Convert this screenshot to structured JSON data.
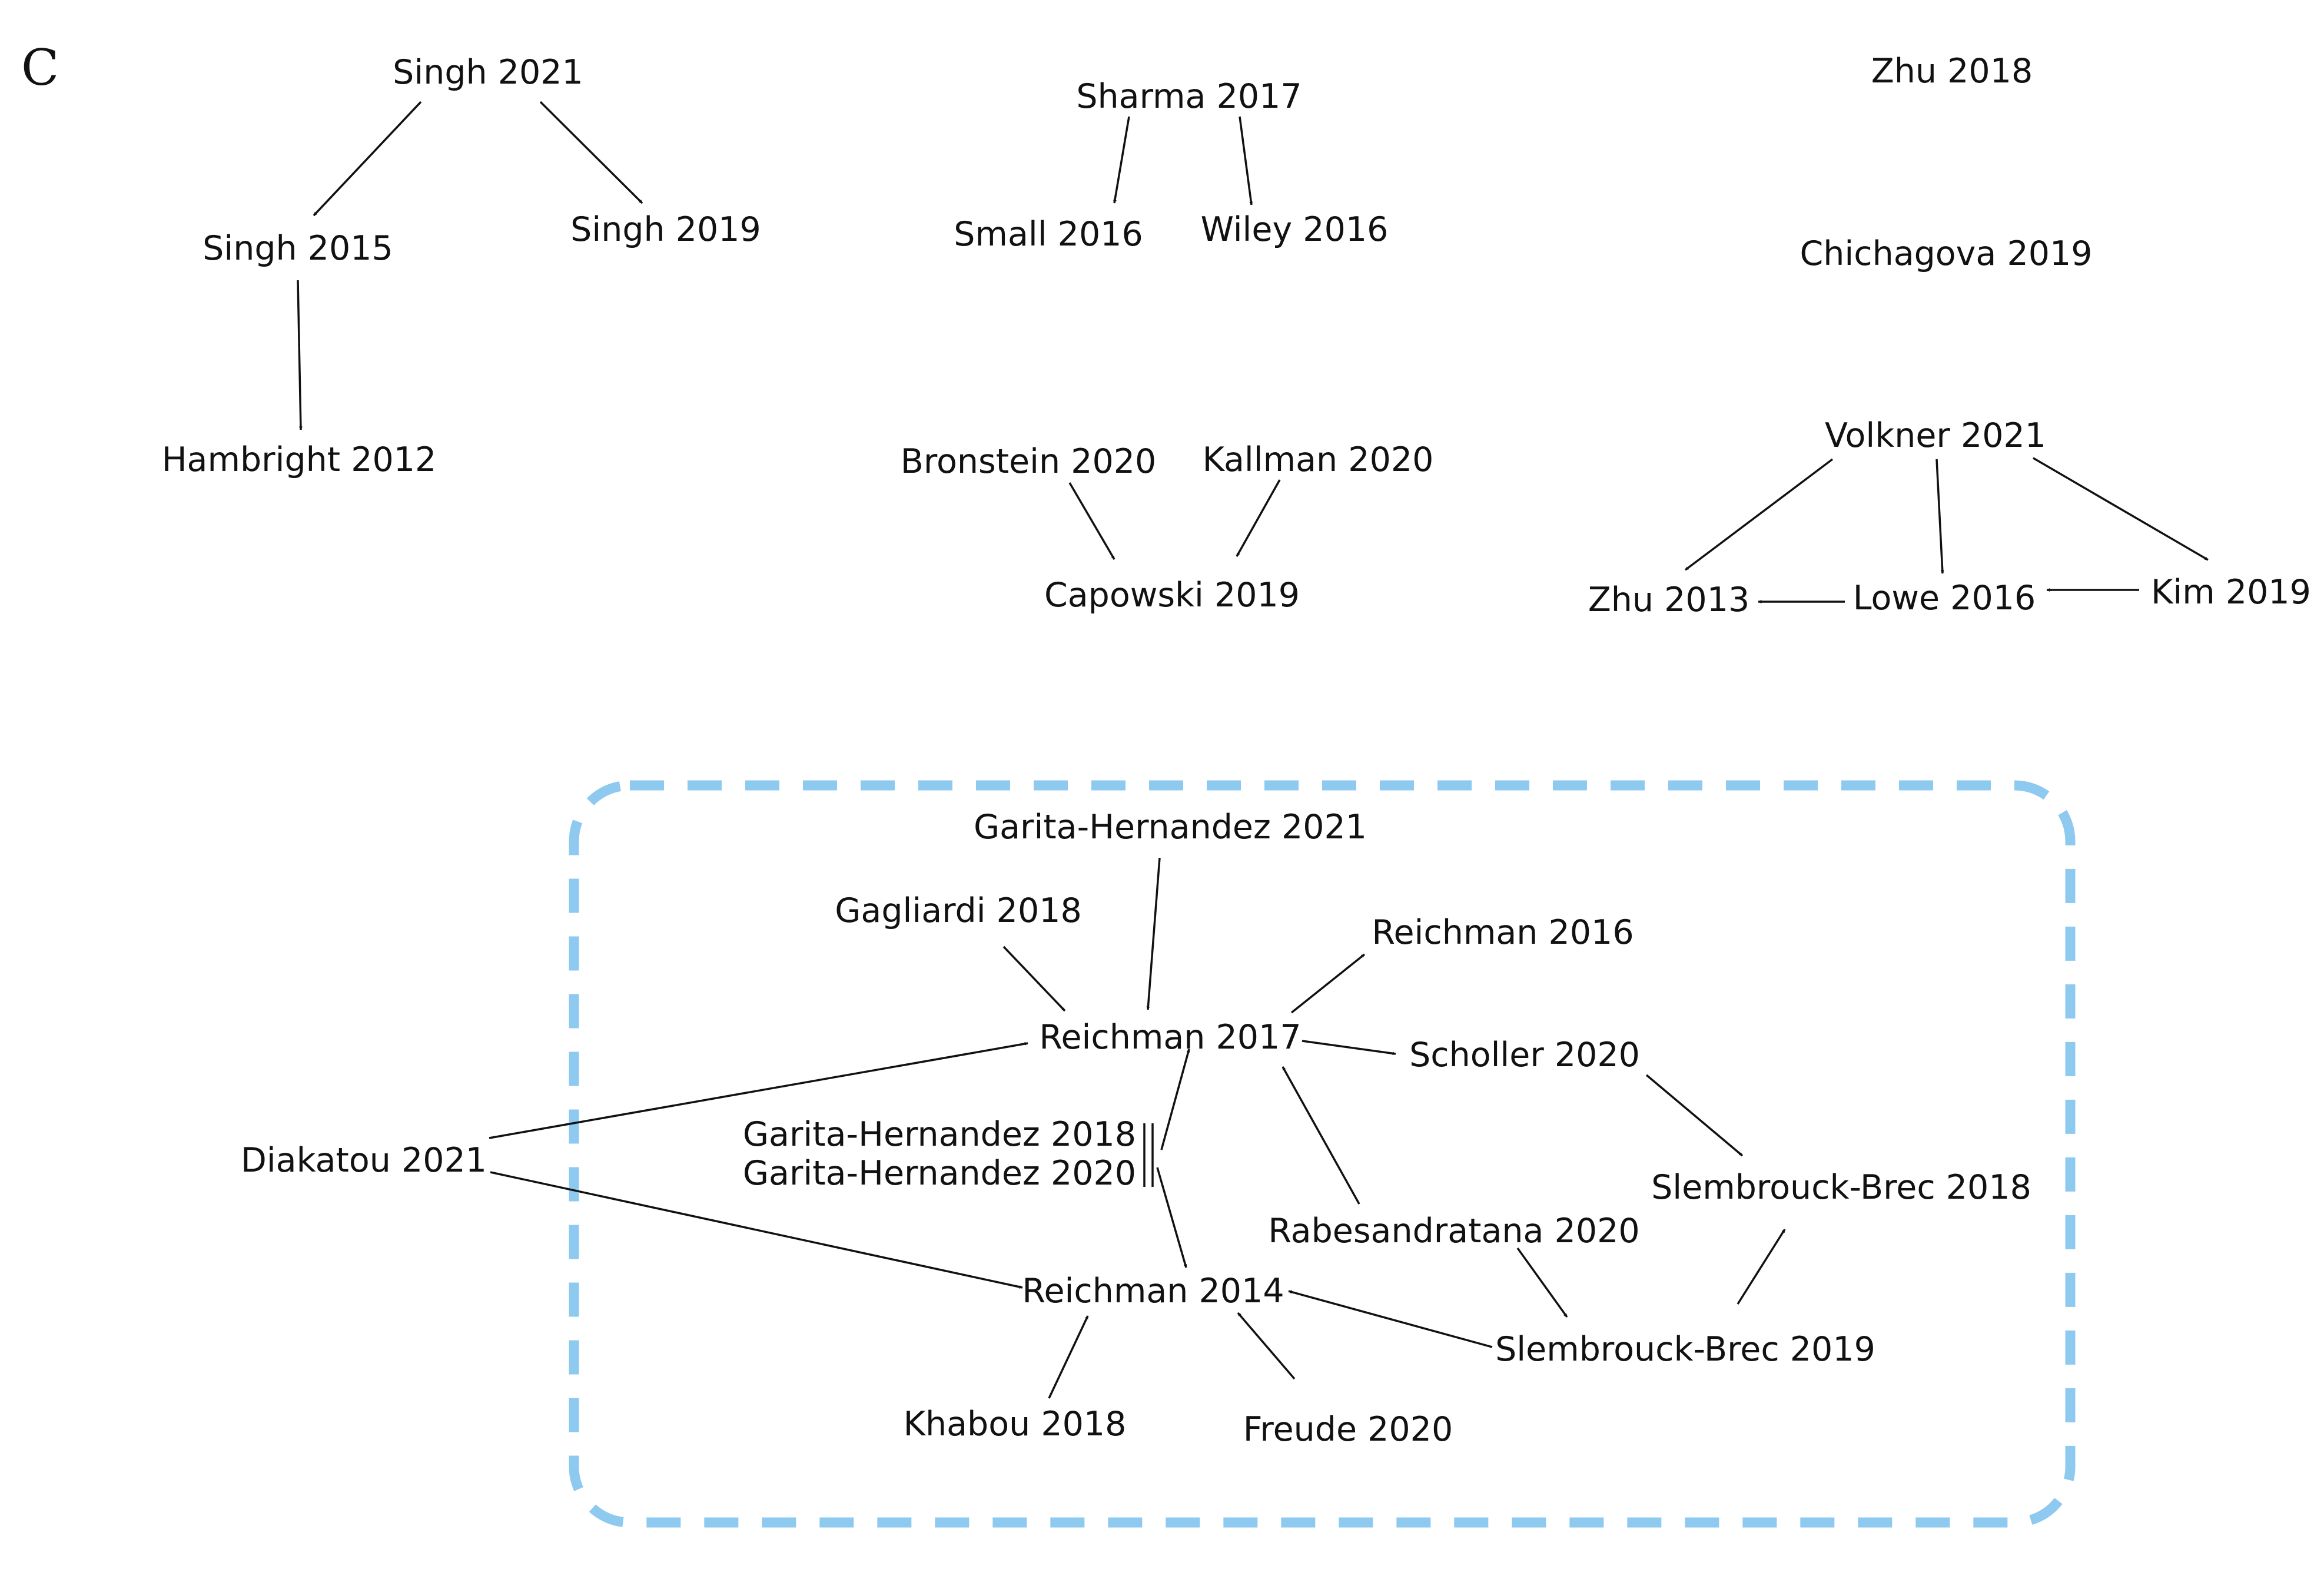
{
  "panel_label": "C",
  "nodes": {
    "singh_2021": "Singh 2021",
    "singh_2015": "Singh 2015",
    "singh_2019": "Singh 2019",
    "hambright_2012": "Hambright 2012",
    "sharma_2017": "Sharma 2017",
    "small_2016": "Small 2016",
    "wiley_2016": "Wiley 2016",
    "zhu_2018": "Zhu 2018",
    "chichagova_2019": "Chichagova 2019",
    "bronstein_2020": "Bronstein 2020",
    "kallman_2020": "Kallman 2020",
    "capowski_2019": "Capowski 2019",
    "volkner_2021": "Volkner 2021",
    "zhu_2013": "Zhu 2013",
    "lowe_2016": "Lowe 2016",
    "kim_2019": "Kim 2019",
    "garita_hernandez_2021": "Garita-Hernandez 2021",
    "gagliardi_2018": "Gagliardi 2018",
    "reichman_2016": "Reichman 2016",
    "reichman_2017": "Reichman 2017",
    "scholler_2020": "Scholler 2020",
    "diakatou_2021": "Diakatou 2021",
    "garita_hernandez_2018": "Garita-Hernandez 2018",
    "garita_hernandez_2020": "Garita-Hernandez 2020",
    "slembrouck_brec_2018": "Slembrouck-Brec 2018",
    "rabesandratana_2020": "Rabesandratana 2020",
    "reichman_2014": "Reichman 2014",
    "slembrouck_brec_2019": "Slembrouck-Brec 2019",
    "khabou_2018": "Khabou 2018",
    "freude_2020": "Freude 2020"
  },
  "edges": [
    {
      "from": "singh_2021",
      "to": "singh_2015"
    },
    {
      "from": "singh_2021",
      "to": "singh_2019"
    },
    {
      "from": "singh_2015",
      "to": "hambright_2012"
    },
    {
      "from": "sharma_2017",
      "to": "small_2016"
    },
    {
      "from": "sharma_2017",
      "to": "wiley_2016"
    },
    {
      "from": "bronstein_2020",
      "to": "capowski_2019"
    },
    {
      "from": "kallman_2020",
      "to": "capowski_2019"
    },
    {
      "from": "volkner_2021",
      "to": "zhu_2013"
    },
    {
      "from": "volkner_2021",
      "to": "lowe_2016"
    },
    {
      "from": "volkner_2021",
      "to": "kim_2019"
    },
    {
      "from": "lowe_2016",
      "to": "zhu_2013"
    },
    {
      "from": "kim_2019",
      "to": "lowe_2016"
    },
    {
      "from": "garita_hernandez_2021",
      "to": "reichman_2017"
    },
    {
      "from": "gagliardi_2018",
      "to": "reichman_2017"
    },
    {
      "from": "reichman_2017",
      "to": "reichman_2016"
    },
    {
      "from": "reichman_2017",
      "to": "scholler_2020"
    },
    {
      "from": "diakatou_2021",
      "to": "reichman_2017"
    },
    {
      "from": "diakatou_2021",
      "to": "reichman_2014"
    },
    {
      "from": "garita_hernandez_2018_2020",
      "to": "reichman_2017"
    },
    {
      "from": "garita_hernandez_2018_2020",
      "to": "reichman_2014"
    },
    {
      "from": "scholler_2020",
      "to": "slembrouck_brec_2018"
    },
    {
      "from": "rabesandratana_2020",
      "to": "reichman_2017"
    },
    {
      "from": "rabesandratana_2020",
      "to": "slembrouck_brec_2019"
    },
    {
      "from": "slembrouck_brec_2019",
      "to": "reichman_2014"
    },
    {
      "from": "slembrouck_brec_2019",
      "to": "slembrouck_brec_2018"
    },
    {
      "from": "khabou_2018",
      "to": "reichman_2014"
    },
    {
      "from": "freude_2020",
      "to": "reichman_2014"
    }
  ],
  "colors": {
    "text": "#111111",
    "arrow": "#111111",
    "cluster_border": "#8ec9ef",
    "background": "#ffffff"
  }
}
